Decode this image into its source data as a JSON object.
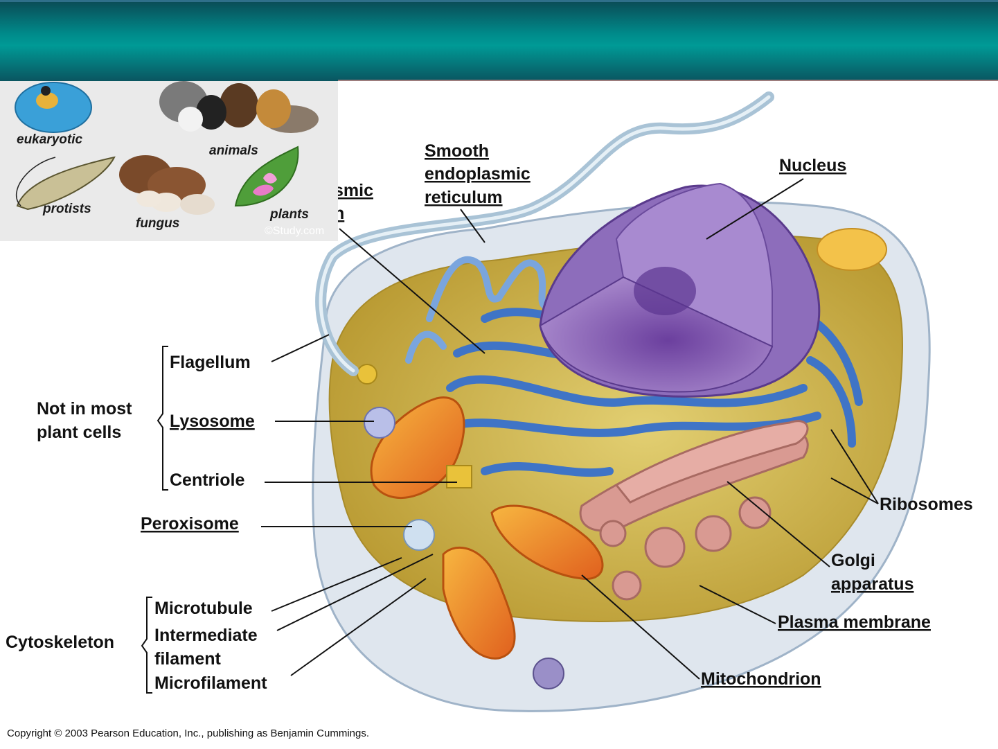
{
  "labels": {
    "smooth_er": [
      "Smooth",
      "endoplasmic",
      "reticulum"
    ],
    "rough_er_partial": [
      "smic",
      "n"
    ],
    "nucleus": "Nucleus",
    "flagellum": "Flagellum",
    "lysosome": "Lysosome",
    "centriole": "Centriole",
    "not_in_plant": [
      "Not in most",
      "plant cells"
    ],
    "peroxisome": "Peroxisome",
    "microtubule": "Microtubule",
    "intermediate_filament": [
      "Intermediate",
      "filament"
    ],
    "microfilament": "Microfilament",
    "cytoskeleton": "Cytoskeleton",
    "ribosomes": "Ribosomes",
    "golgi": [
      "Golgi",
      "apparatus"
    ],
    "plasma_membrane": "Plasma membrane",
    "mitochondrion": "Mitochondrion"
  },
  "inset": {
    "eukaryotic": "eukaryotic",
    "animals": "animals",
    "protists": "protists",
    "fungus": "fungus",
    "plants": "plants",
    "watermark": "©Study.com"
  },
  "copyright": "Copyright © 2003 Pearson Education, Inc., publishing as Benjamin Cummings.",
  "colors": {
    "banner": "#008a8a",
    "cytoplasm": "#c9b14a",
    "er": "#3f74c6",
    "nucleus": "#7a4aa8",
    "golgi": "#d99a92",
    "mitochondrion": "#e9812a"
  }
}
